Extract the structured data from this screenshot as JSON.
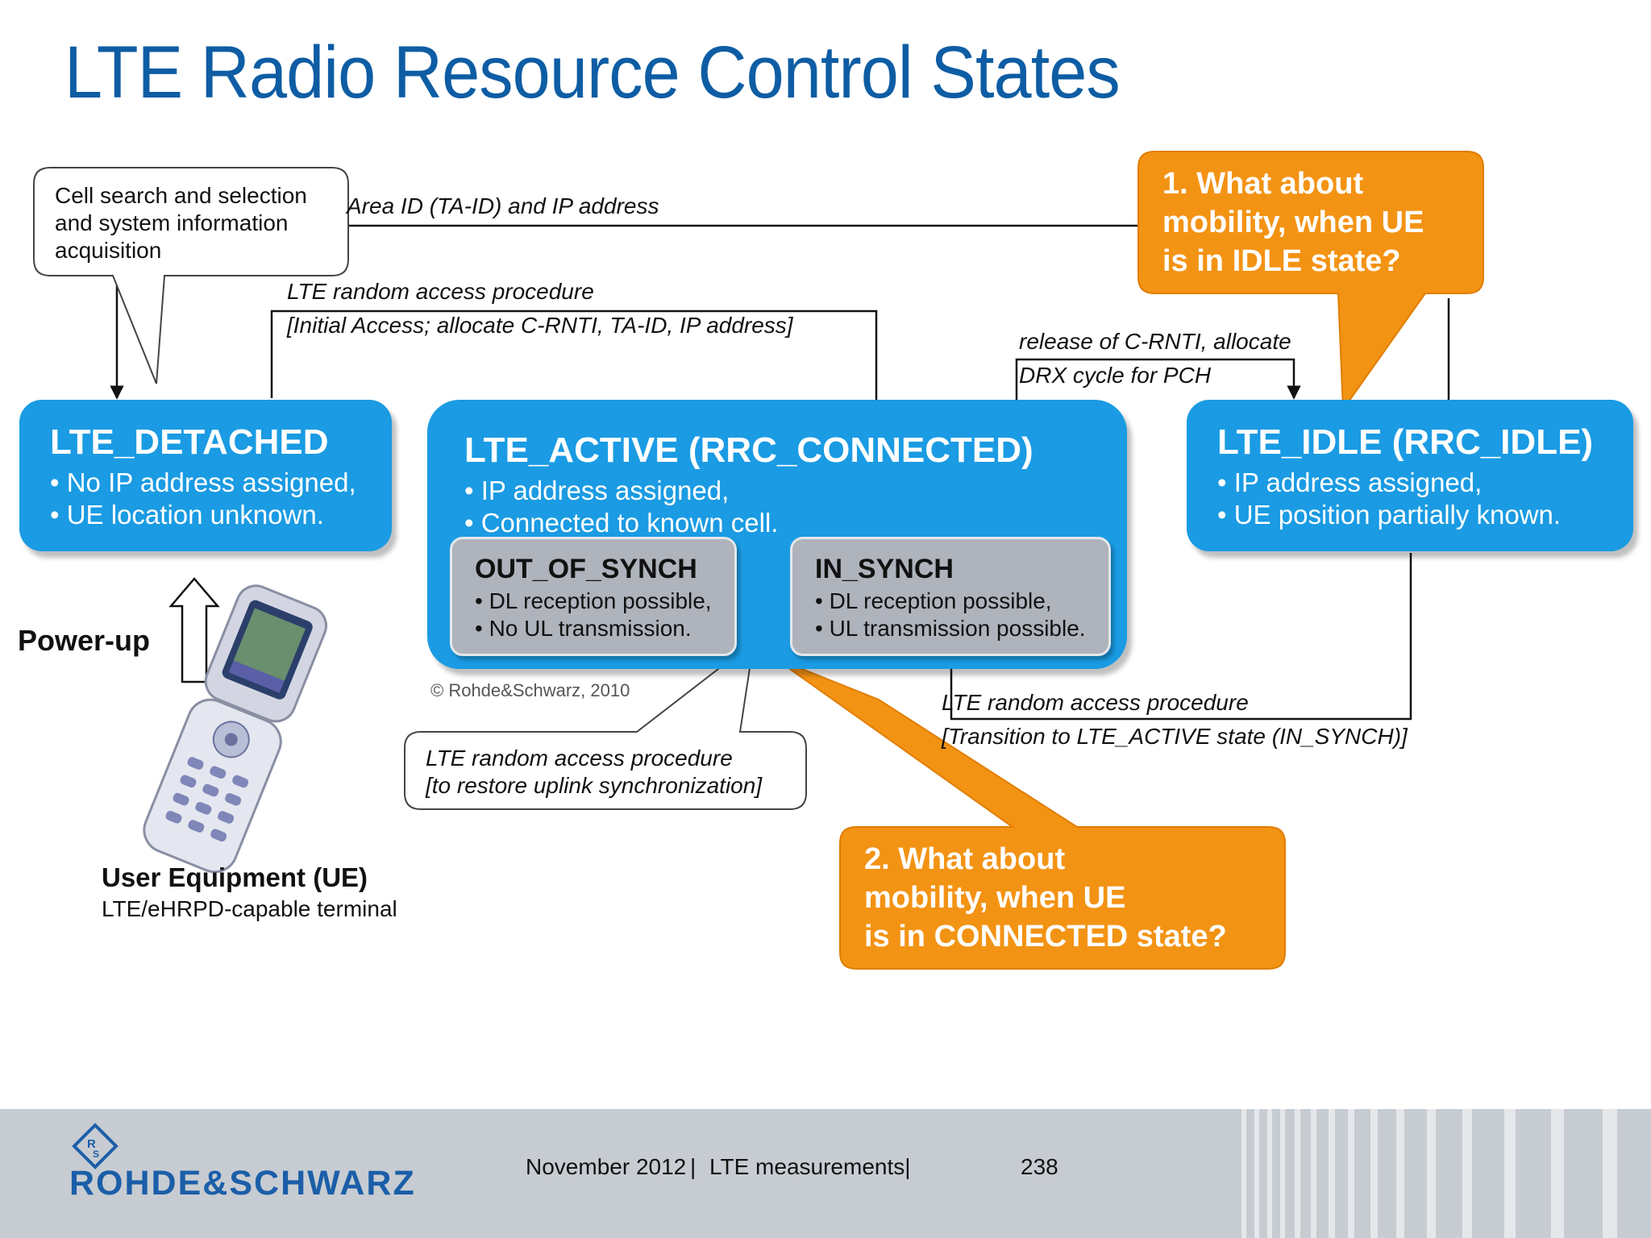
{
  "title": "LTE Radio Resource Control States",
  "colors": {
    "title": "#0e5da4",
    "state_blue": "#1a9be3",
    "substate_gray": "#aeb3bc",
    "question_orange": "#f39314",
    "brand": "#1b5ea8"
  },
  "states": {
    "detached": {
      "name": "LTE_DETACHED",
      "bullets": [
        "• No IP address assigned,",
        "• UE location unknown."
      ]
    },
    "active": {
      "name": "LTE_ACTIVE (RRC_CONNECTED)",
      "bullets": [
        "• IP address assigned,",
        "• Connected to known cell."
      ]
    },
    "idle": {
      "name": "LTE_IDLE (RRC_IDLE)",
      "bullets": [
        "• IP address assigned,",
        "• UE position partially known."
      ]
    },
    "out_of_synch": {
      "name": "OUT_OF_SYNCH",
      "bullets": [
        "• DL reception possible,",
        "• No UL transmission."
      ]
    },
    "in_synch": {
      "name": "IN_SYNCH",
      "bullets": [
        "• DL reception possible,",
        "• UL transmission possible."
      ]
    }
  },
  "labels": {
    "ta_id": "Area ID (TA-ID) and IP address",
    "rach_initial_1": "LTE random access procedure",
    "rach_initial_2": "[Initial Access; allocate C-RNTI, TA-ID, IP address]",
    "release_1": "release of C-RNTI, allocate",
    "release_2": "DRX cycle for PCH",
    "rach_transition_1": "LTE random access procedure",
    "rach_transition_2": "[Transition to LTE_ACTIVE state (IN_SYNCH)]"
  },
  "callouts": {
    "cell_search": [
      "Cell search and selection",
      "and system information",
      "acquisition"
    ],
    "restore_sync": [
      "LTE random access procedure",
      "[to restore uplink synchronization]"
    ]
  },
  "questions": {
    "q1": [
      "1. What about",
      "mobility, when UE",
      "is in IDLE state?"
    ],
    "q2": [
      "2. What about",
      "mobility, when UE",
      "is in CONNECTED state?"
    ]
  },
  "copyright": "© Rohde&Schwarz, 2010",
  "power_up": "Power-up",
  "ue": {
    "title": "User Equipment (UE)",
    "subtitle": "LTE/eHRPD-capable terminal"
  },
  "footer": {
    "date": "November 2012",
    "separator": "|",
    "topic": "LTE measurements|",
    "page": "238",
    "brand": "ROHDE&SCHWARZ",
    "logo_letters": "R&S"
  }
}
